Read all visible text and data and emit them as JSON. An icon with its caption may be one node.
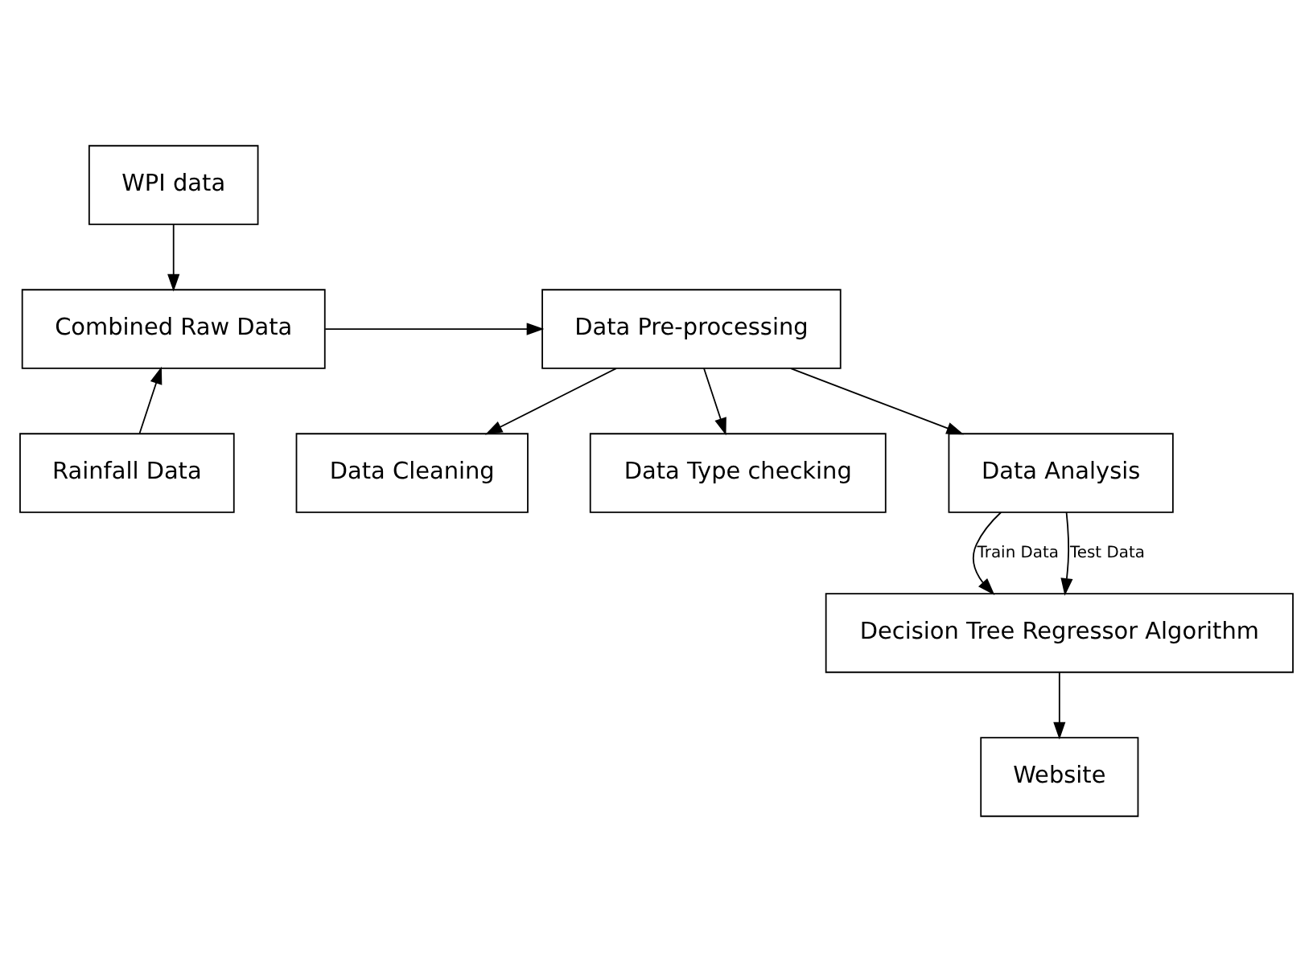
{
  "diagram": {
    "nodes": [
      {
        "text": [
          "WPI data"
        ]
      },
      {
        "text": [
          "Combined Raw Data"
        ]
      },
      {
        "text": [
          "Rainfall Data"
        ]
      },
      {
        "text": [
          "Data Pre-processing"
        ]
      },
      {
        "text": [
          "Data Cleaning"
        ]
      },
      {
        "text": [
          "Data Type checking"
        ]
      },
      {
        "text": [
          "Data Analysis"
        ]
      },
      {
        "text": [
          "Decision Tree Regressor Algorithm"
        ]
      },
      {
        "text": [
          "Website"
        ]
      }
    ],
    "edges": [
      {
        "from": 0,
        "to": 1,
        "arrow": "to"
      },
      {
        "from": 2,
        "to": 1,
        "arrow": "to"
      },
      {
        "from": 1,
        "to": 3,
        "arrow": "to"
      },
      {
        "from": 3,
        "to": 4,
        "arrow": "to"
      },
      {
        "from": 3,
        "to": 5,
        "arrow": "to"
      },
      {
        "from": 3,
        "to": 6,
        "arrow": "to"
      },
      {
        "from": 6,
        "to": 7,
        "arrow": "to",
        "label": "Train Data"
      },
      {
        "from": 6,
        "to": 7,
        "arrow": "to",
        "label": "Test Data"
      },
      {
        "from": 7,
        "to": 8,
        "arrow": "to"
      }
    ]
  }
}
